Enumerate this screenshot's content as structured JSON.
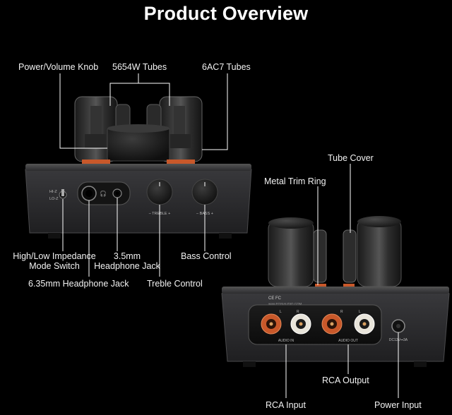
{
  "title": "Product Overview",
  "front_labels": {
    "knob": "Power/Volume Knob",
    "tubes_5654w": "5654W Tubes",
    "tubes_6ac7": "6AC7 Tubes",
    "impedance_switch_line1": "High/Low Impedance",
    "impedance_switch_line2": "Mode Switch",
    "jack35_line1": "3.5mm",
    "jack35_line2": "Headphone Jack",
    "bass": "Bass Control",
    "jack635": "6.35mm Headphone Jack",
    "treble": "Treble Control"
  },
  "rear_labels": {
    "tube_cover": "Tube Cover",
    "trim_ring": "Metal Trim Ring",
    "rca_input": "RCA Input",
    "rca_output": "RCA Output",
    "power_input": "Power Input"
  },
  "device_markings": {
    "hi_z": "HI-Z",
    "lo_z": "LO-Z",
    "treble": "– TREBLE +",
    "bass": "– BASS +",
    "cert": "CE FC",
    "brand": "www.FOSIAUDIO.COM",
    "audio_in": "AUDIO IN",
    "audio_out": "AUDIO OUT",
    "l": "L",
    "r": "R",
    "dc": "DC12V⎓3A"
  },
  "colors": {
    "background": "#000000",
    "body": "#2a2a2c",
    "copper": "#c8582a",
    "rca_white": "#e8e4da"
  }
}
